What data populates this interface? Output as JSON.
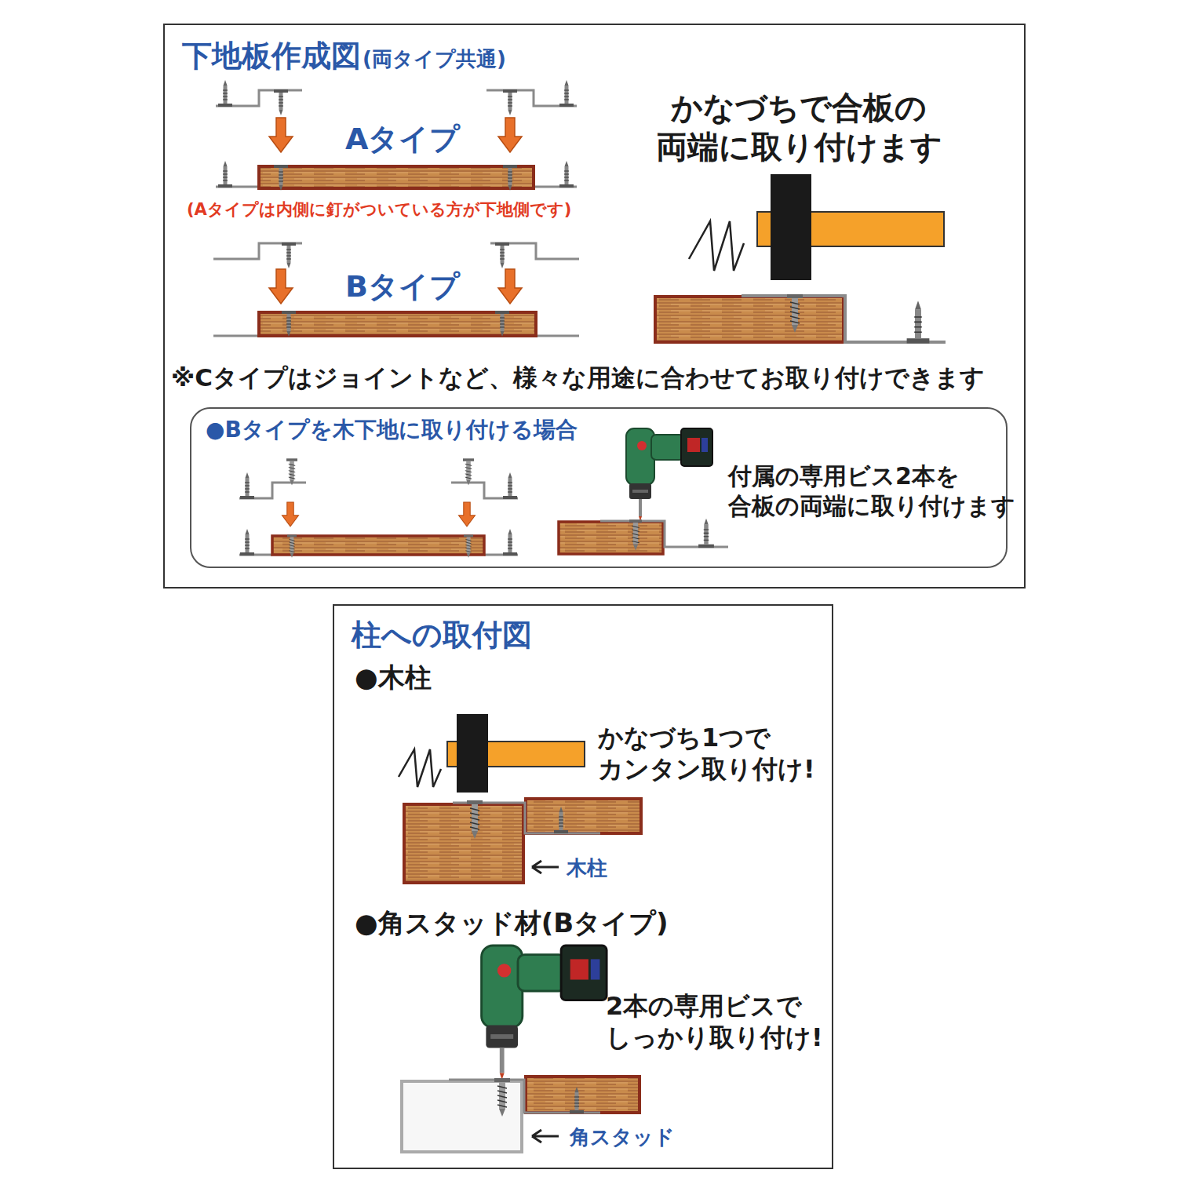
{
  "diagram": {
    "nodes": [
      {
        "text": [
          "下地板作成図",
          "(両タイプ共通)"
        ]
      },
      {
        "text": [
          "●Bタイプを木下地に取り付ける場合"
        ],
        "in": 0
      },
      {
        "text": [
          "柱への取付図"
        ]
      }
    ],
    "labels": [
      "Aタイプ",
      "(Aタイプは内側に釘がついている方が下地側です)",
      "Bタイプ",
      "かなづちで合板の 両端に取り付けます",
      "※Cタイプはジョイントなど、様々な用途に合わせてお取り付けできます",
      "付属の専用ビス2本を 合板の両端に取り付けます",
      "●木柱",
      "かなづち1つで カンタン取り付け!",
      "木柱",
      "●角スタッド材(Bタイプ)",
      "2本の専用ビスで しっかり取り付け!",
      "角スタッド"
    ]
  }
}
